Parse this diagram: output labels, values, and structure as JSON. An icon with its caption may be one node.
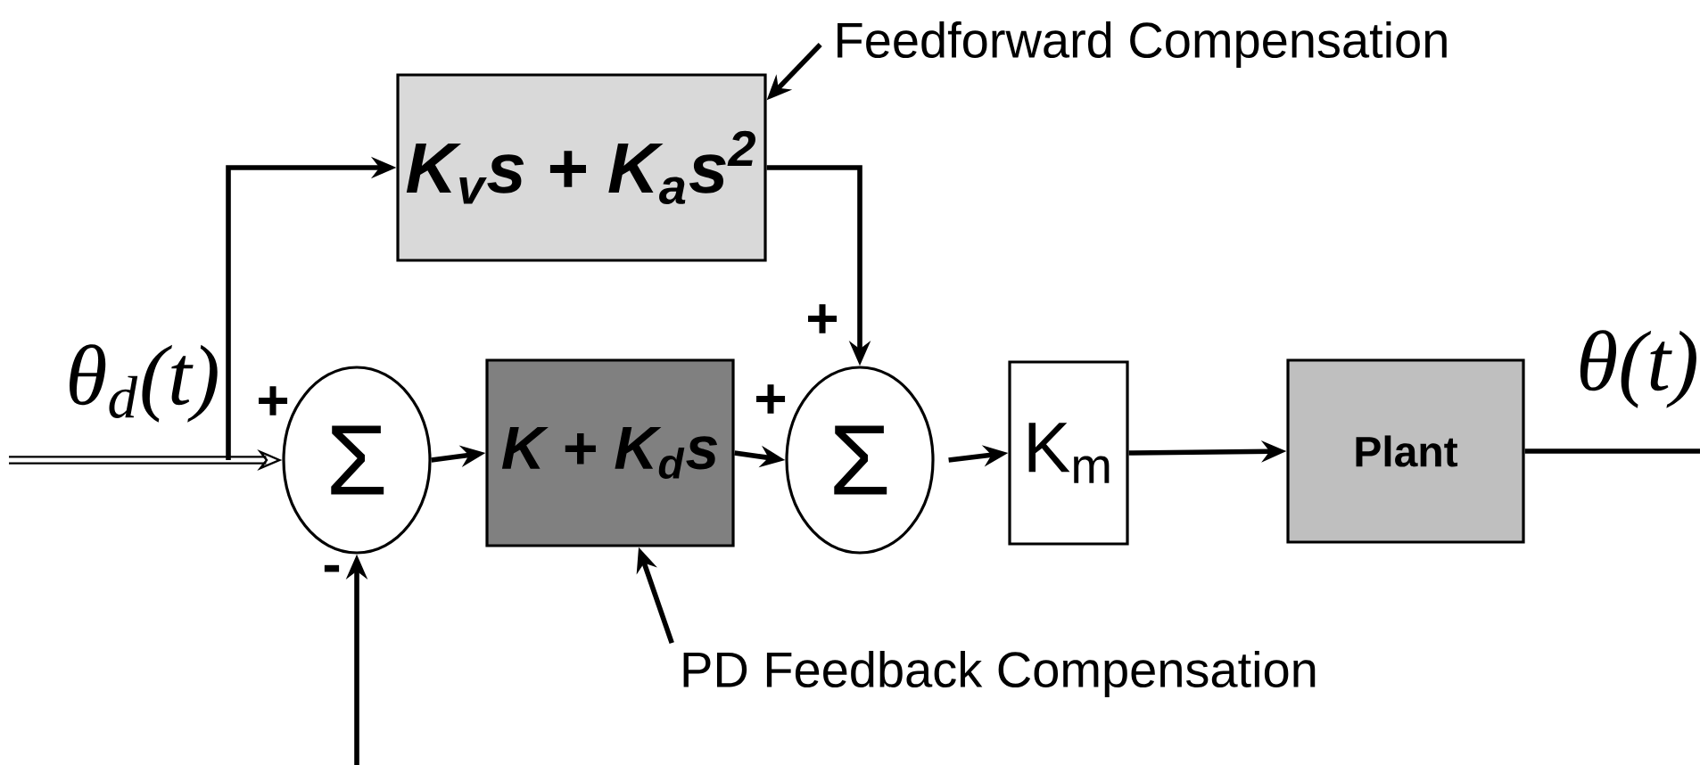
{
  "diagram": {
    "nodes": [
      {
        "text": [
          "K$_{v}$s + K$_{a}$s$^{2}$"
        ]
      },
      {
        "text": [
          "Σ"
        ]
      },
      {
        "text": [
          "K + K$_{d}$s"
        ]
      },
      {
        "text": [
          "Σ"
        ]
      },
      {
        "text": [
          "K$_{m}$"
        ]
      },
      {
        "text": [
          "Plant"
        ]
      },
      {
        "text": [
          "Feedforward Compensation"
        ]
      },
      {
        "text": [
          "PD Feedback Compensation"
        ]
      }
    ],
    "edges": [
      {
        "from": null,
        "to": 1,
        "arrow": "to"
      },
      {
        "from": null,
        "to": 0,
        "arrow": "to"
      },
      {
        "from": 0,
        "to": 3,
        "arrow": "to"
      },
      {
        "from": 1,
        "to": 2,
        "arrow": "to"
      },
      {
        "from": 2,
        "to": 3,
        "arrow": "to"
      },
      {
        "from": 3,
        "to": 4,
        "arrow": "to"
      },
      {
        "from": 4,
        "to": 5,
        "arrow": "to"
      },
      {
        "from": 5,
        "to": null,
        "arrow": "none"
      },
      {
        "from": null,
        "to": 1,
        "arrow": "to"
      },
      {
        "from": 6,
        "to": 0,
        "arrow": "to"
      },
      {
        "from": 7,
        "to": 2,
        "arrow": "to"
      }
    ],
    "labels": [
      "θ$_{d}$(t)",
      "+",
      "-",
      "+",
      "+",
      "θ(t)"
    ]
  }
}
